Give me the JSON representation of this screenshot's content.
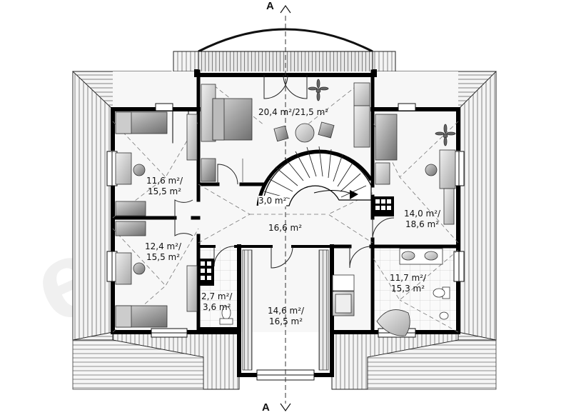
{
  "section_marks": {
    "top": "A",
    "bottom": "A"
  },
  "watermark": "extradom",
  "rooms": [
    {
      "id": "master-bedroom",
      "line1": "20,4 m²/21,5 m²",
      "line2": ""
    },
    {
      "id": "bedroom-nw",
      "line1": "11,6 m²/",
      "line2": "15,5 m²"
    },
    {
      "id": "bedroom-sw",
      "line1": "12,4 m²/",
      "line2": "15,5 m²"
    },
    {
      "id": "stair",
      "line1": "3,0 m²",
      "line2": ""
    },
    {
      "id": "hall",
      "line1": "16,6 m²",
      "line2": ""
    },
    {
      "id": "bedroom-e",
      "line1": "14,0 m²/",
      "line2": "18,6 m²"
    },
    {
      "id": "bathroom",
      "line1": "11,7 m²/",
      "line2": "15,3 m²"
    },
    {
      "id": "wc",
      "line1": "2,7 m²/",
      "line2": "3,6 m²"
    },
    {
      "id": "wardrobe",
      "line1": "14,6 m²/",
      "line2": "16,5 m²"
    }
  ]
}
